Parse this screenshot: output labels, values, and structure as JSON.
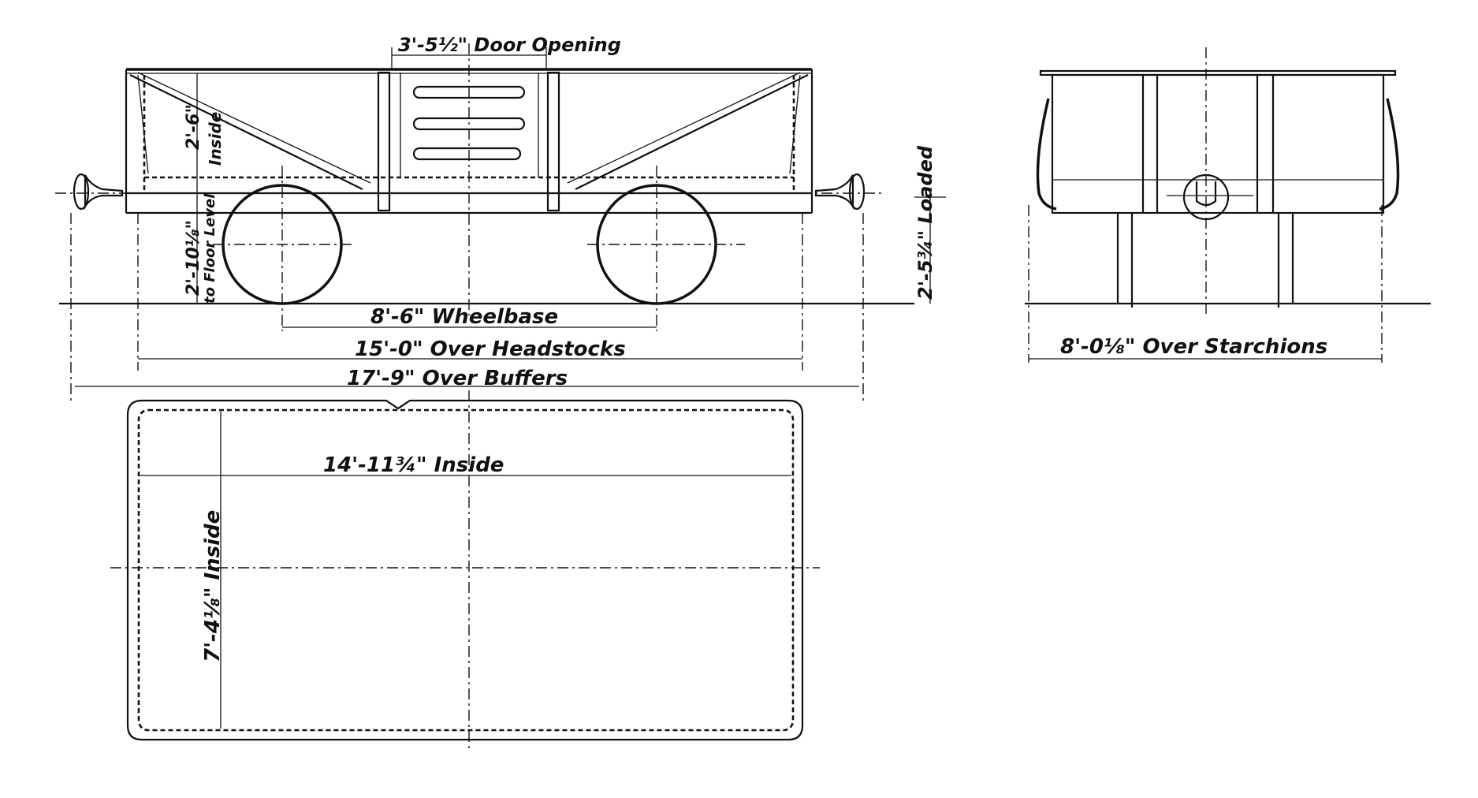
{
  "drawing": {
    "subject": "Open wagon general arrangement",
    "colors": {
      "ink": "#111111",
      "paper": "#ffffff"
    }
  },
  "side_elevation": {
    "door_opening": "3'-5½\" Door Opening",
    "inside_height": "2'-6\"",
    "inside_height_note": "Inside",
    "floor_height": "2'-10⅛\"",
    "floor_height_note": "to Floor Level",
    "loaded_height": "2'-5¾\" Loaded",
    "wheelbase": "8'-6\" Wheelbase",
    "over_headstocks": "15'-0\" Over Headstocks",
    "over_buffers": "17'-9\" Over Buffers"
  },
  "end_elevation": {
    "over_starchions": "8'-0⅛\" Over Starchions"
  },
  "plan_view": {
    "inside_length": "14'-11¾\" Inside",
    "inside_width": "7'-4⅛\" Inside"
  }
}
